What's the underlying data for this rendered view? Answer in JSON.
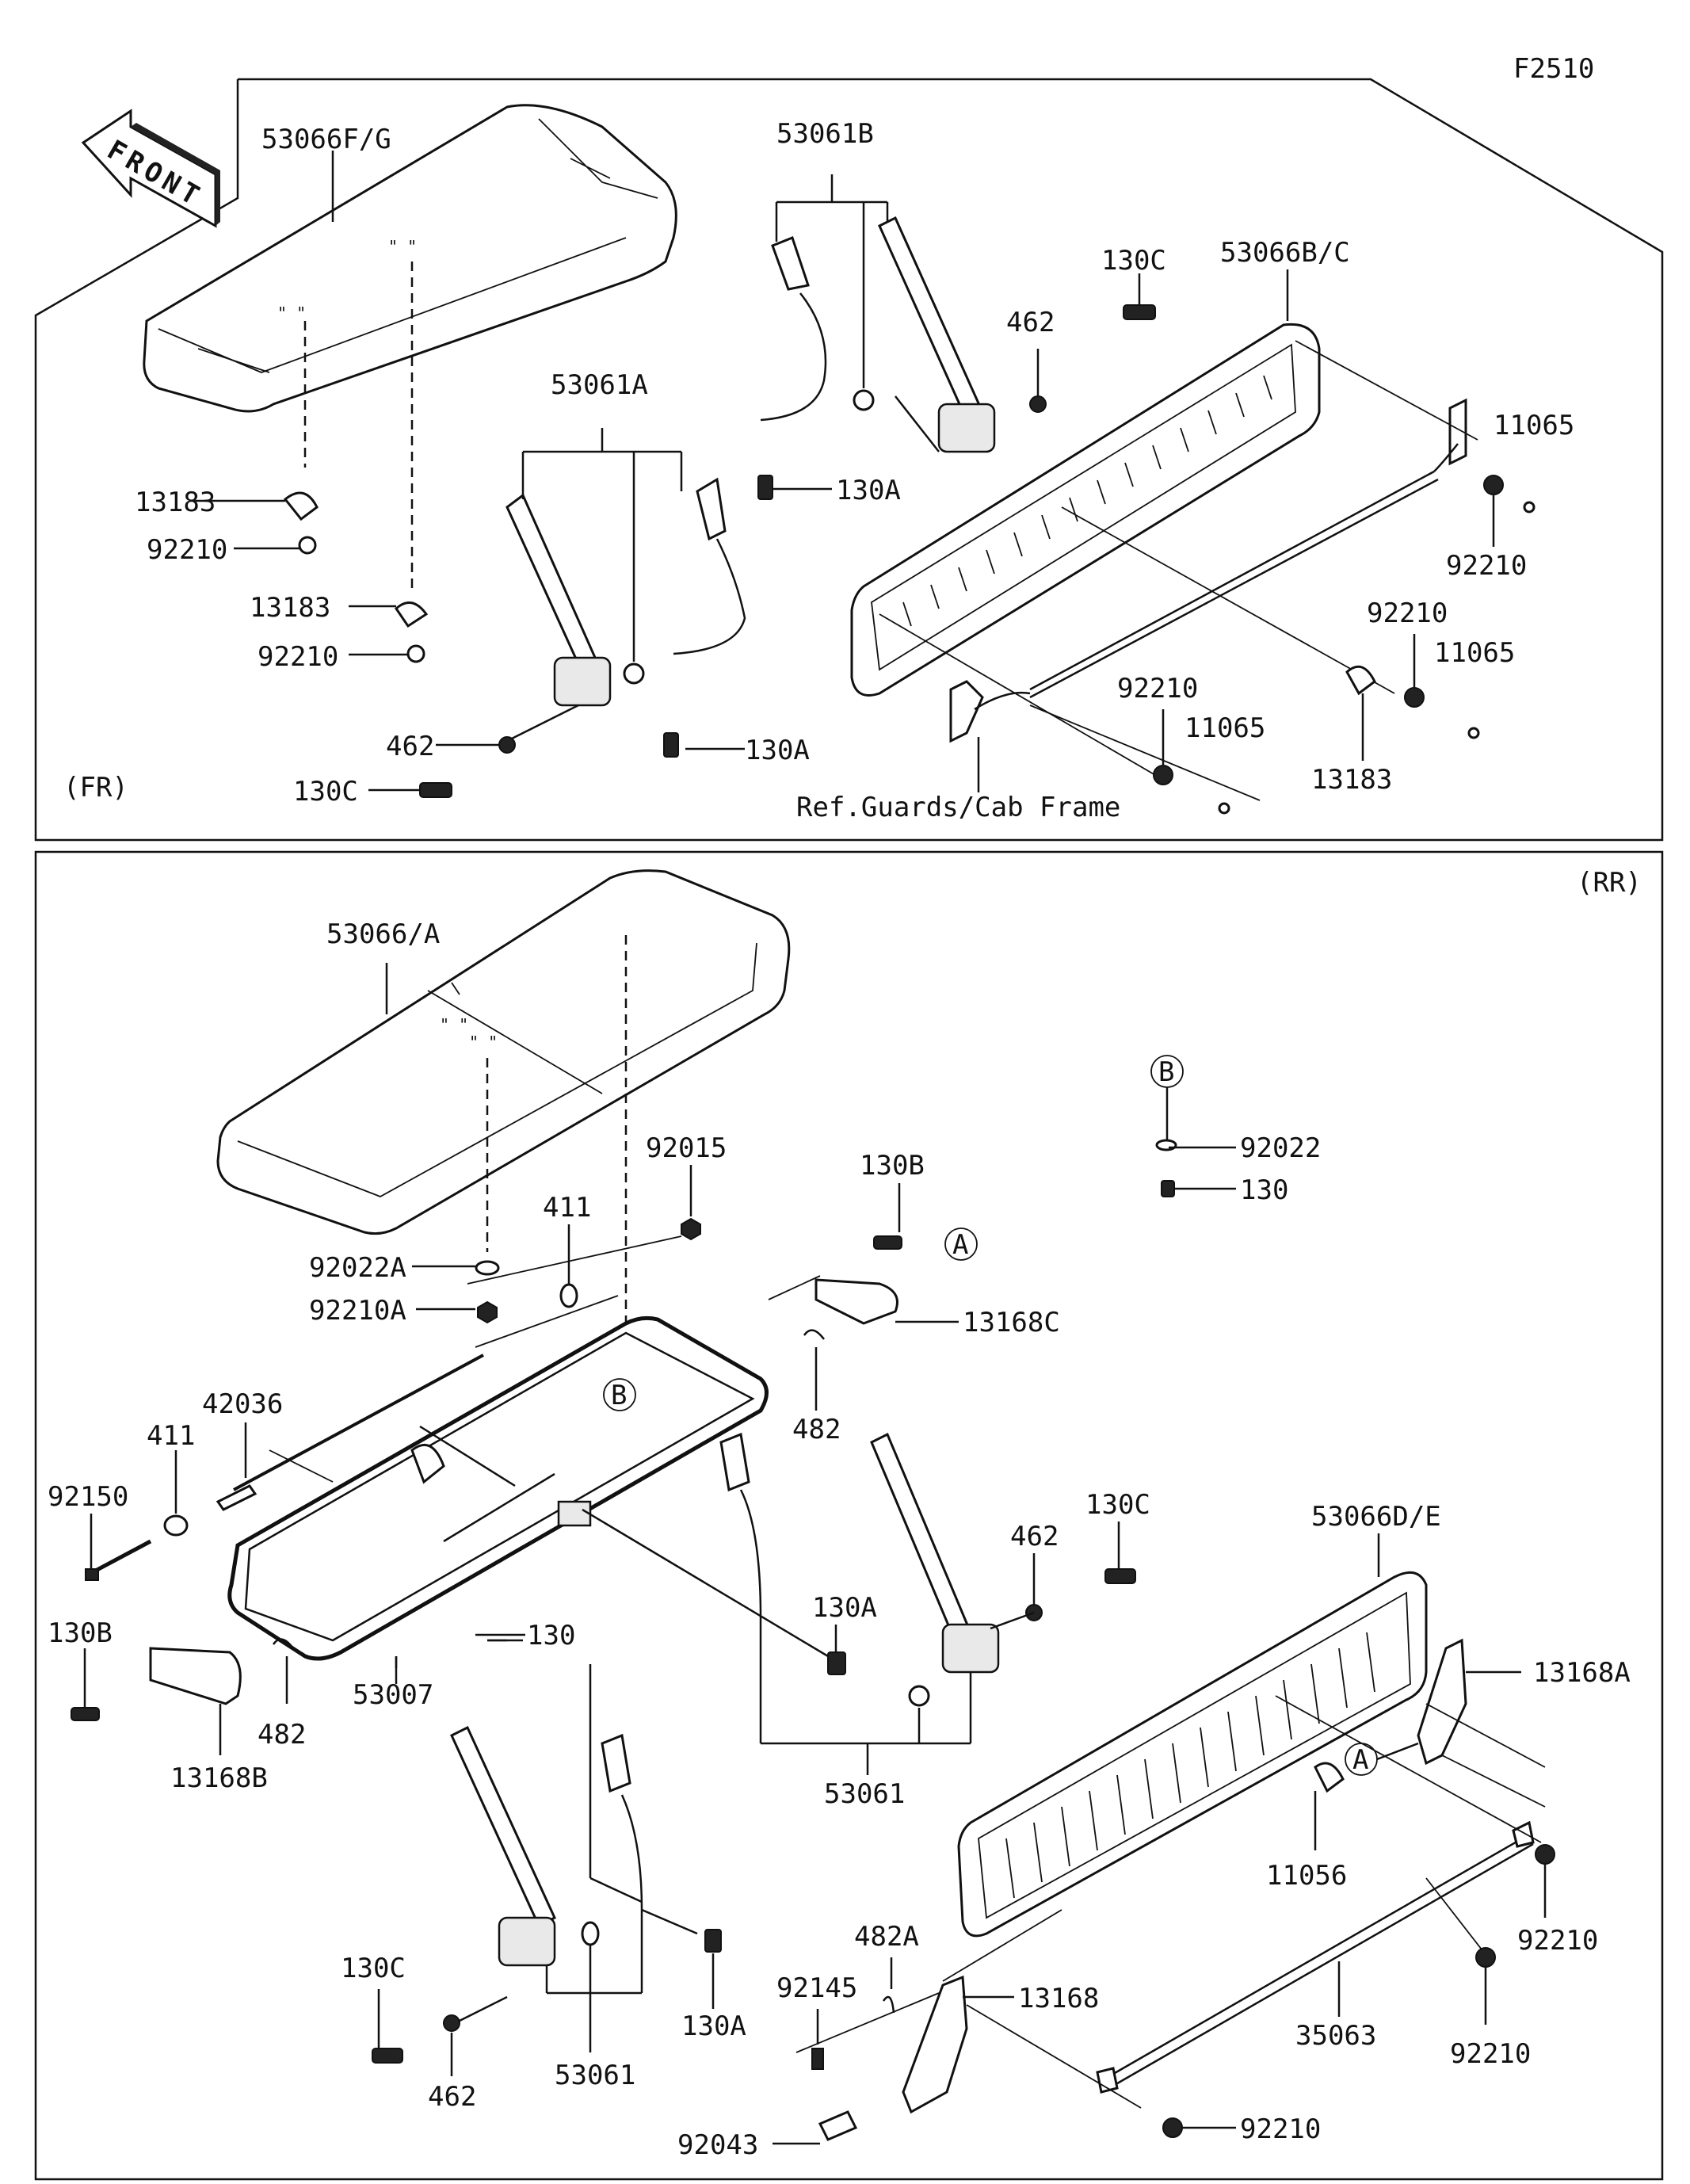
{
  "diagram_code": "F2510",
  "front_label": "FRONT",
  "sections": {
    "front": {
      "tag": "(FR)"
    },
    "rear": {
      "tag": "(RR)"
    }
  },
  "reference_note": "Ref.Guards/Cab Frame",
  "callouts": {
    "fr_53066FG": "53066F/G",
    "fr_13183_a": "13183",
    "fr_92210_a": "92210",
    "fr_13183_b": "13183",
    "fr_92210_b": "92210",
    "fr_53061A": "53061A",
    "fr_462_a": "462",
    "fr_130C_a": "130C",
    "fr_130A_a": "130A",
    "fr_53061B": "53061B",
    "fr_130A_b": "130A",
    "fr_462_b": "462",
    "fr_130C_b": "130C",
    "fr_53066BC": "53066B/C",
    "fr_11065_a": "11065",
    "fr_92210_c": "92210",
    "fr_92210_d": "92210",
    "fr_11065_b": "11065",
    "fr_92210_e": "92210",
    "fr_11065_c": "11065",
    "fr_13183_c": "13183",
    "rr_53066A": "53066/A",
    "rr_B_circle_1": "B",
    "rr_92022": "92022",
    "rr_130_a": "130",
    "rr_92015": "92015",
    "rr_130B_a": "130B",
    "rr_A_circle_1": "A",
    "rr_13168C": "13168C",
    "rr_411_a": "411",
    "rr_92022A": "92022A",
    "rr_92210A": "92210A",
    "rr_B_circle_2": "B",
    "rr_482_a": "482",
    "rr_42036": "42036",
    "rr_411_b": "411",
    "rr_92150": "92150",
    "rr_130_b": "130",
    "rr_53007": "53007",
    "rr_130B_b": "130B",
    "rr_482_b": "482",
    "rr_13168B": "13168B",
    "rr_130A_a": "130A",
    "rr_130C_a": "130C",
    "rr_462_a": "462",
    "rr_53061_a": "53061",
    "rr_53066DE": "53066D/E",
    "rr_13168A": "13168A",
    "rr_A_circle_2": "A",
    "rr_11056": "11056",
    "rr_92210_a": "92210",
    "rr_35063": "35063",
    "rr_92210_b": "92210",
    "rr_92210_c": "92210",
    "rr_482A": "482A",
    "rr_92145": "92145",
    "rr_13168": "13168",
    "rr_92043": "92043",
    "rr_130C_b": "130C",
    "rr_462_b": "462",
    "rr_53061_b": "53061",
    "rr_130A_b": "130A"
  }
}
